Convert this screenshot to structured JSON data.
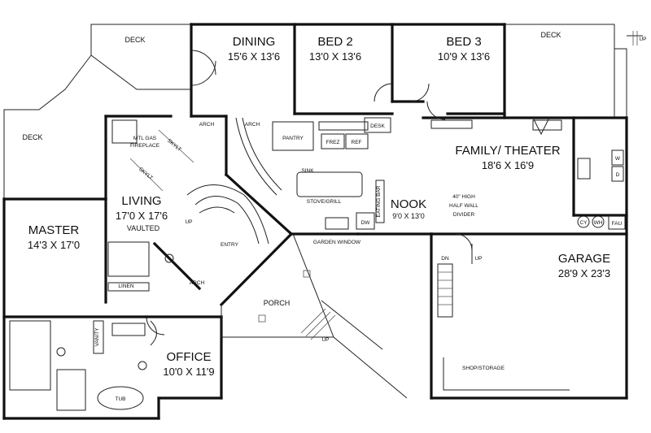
{
  "rooms": {
    "dining": {
      "name": "DINING",
      "size": "15'6 X 13'6"
    },
    "bed2": {
      "name": "BED 2",
      "size": "13'0 X 13'6"
    },
    "bed3": {
      "name": "BED 3",
      "size": "10'9 X 13'6"
    },
    "family": {
      "name": "FAMILY/ THEATER",
      "size": "18'6 X 16'9"
    },
    "living": {
      "name": "LIVING",
      "size": "17'0 X 17'6",
      "note": "VAULTED"
    },
    "master": {
      "name": "MASTER",
      "size": "14'3 X 17'0"
    },
    "nook": {
      "name": "NOOK",
      "size": "9'0 X 13'0"
    },
    "garage": {
      "name": "GARAGE",
      "size": "28'9 X 23'3"
    },
    "office": {
      "name": "OFFICE",
      "size": "10'0 X 11'9"
    }
  },
  "labels": {
    "deck_top_left": "DECK",
    "deck_top_right": "DECK",
    "deck_left": "DECK",
    "up_top_right": "UP",
    "arch_dining": "ARCH",
    "arch_kitchen": "ARCH",
    "arch_bath": "ARCH",
    "pantry": "PANTRY",
    "desk": "DESK",
    "frez": "FREZ",
    "ref": "REF",
    "sink": "SINK",
    "stove": "STOVE/GRILL",
    "eating_bar": "EATING BAR",
    "half_wall": [
      "40\" HIGH",
      "HALF WALL",
      "DIVIDER"
    ],
    "dw": "DW",
    "garden_window": "GARDEN WINDOW",
    "skylt_1": "SKYLT",
    "skylt_2": "SKYLT",
    "fireplace": [
      "MTL GAS",
      "FIREPLACE"
    ],
    "up_living": "UP",
    "entry": "ENTRY",
    "porch": "PORCH",
    "up_porch": "UP",
    "linen": "LINEN",
    "vanity": "VANITY",
    "tub": "TUB",
    "dn": "DN",
    "up_garage": "UP",
    "shop": "SHOP/STORAGE",
    "washer": "W",
    "dryer": "D",
    "cy": "CY",
    "wh": "WH",
    "fau": "FAU"
  }
}
